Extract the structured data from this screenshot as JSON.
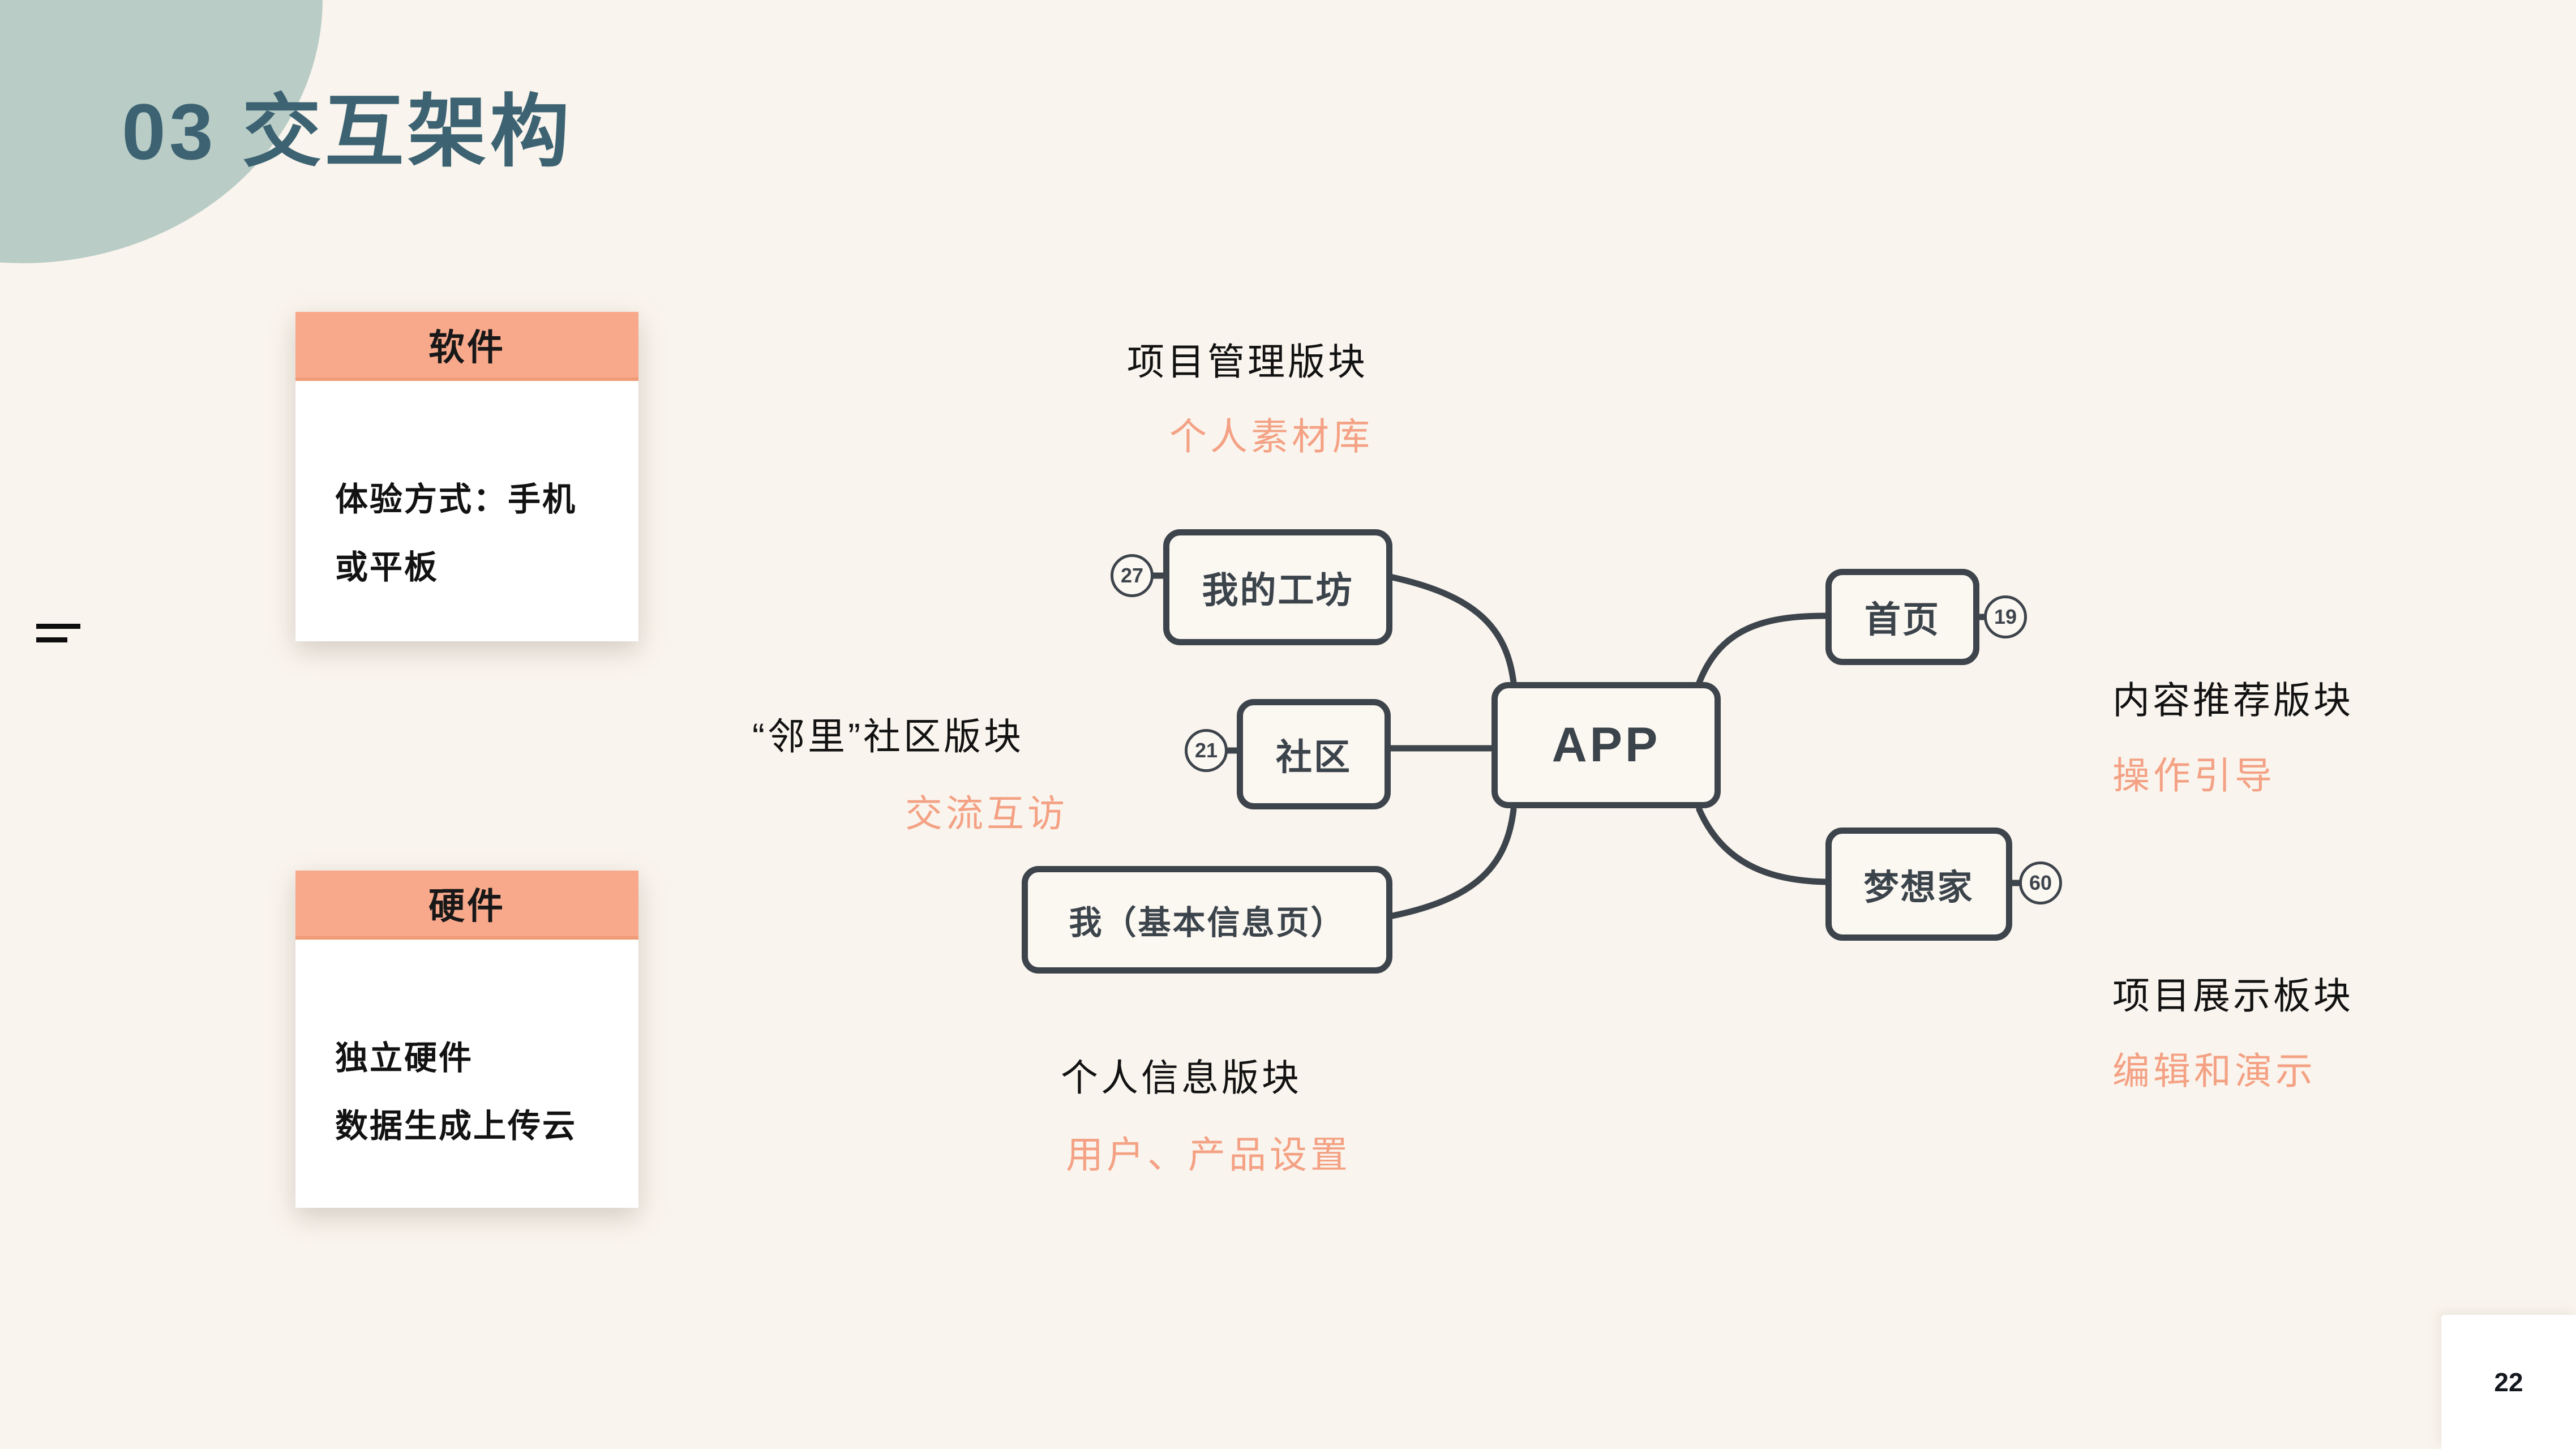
{
  "slide": {
    "title": "03 交互架构",
    "page_number": "22"
  },
  "cards": {
    "software": {
      "header": "软件",
      "lines": [
        "体验方式：手机",
        "或平板"
      ]
    },
    "hardware": {
      "header": "硬件",
      "lines": [
        "独立硬件",
        "数据生成上传云"
      ]
    }
  },
  "mindmap": {
    "center": {
      "label": "APP"
    },
    "nodes": {
      "workshop": {
        "label": "我的工坊",
        "badge": "27"
      },
      "community": {
        "label": "社区",
        "badge": "21"
      },
      "me": {
        "label": "我（基本信息页）"
      },
      "home": {
        "label": "首页",
        "badge": "19"
      },
      "dreamer": {
        "label": "梦想家",
        "badge": "60"
      }
    }
  },
  "annotations": {
    "project_management": {
      "title": "项目管理版块",
      "subtitle": "个人素材库"
    },
    "community_block": {
      "title": "“邻里”社区版块",
      "subtitle": "交流互访"
    },
    "personal_info": {
      "title": "个人信息版块",
      "subtitle": "用户、产品设置"
    },
    "content_recommend": {
      "title": "内容推荐版块",
      "subtitle": "操作引导"
    },
    "project_display": {
      "title": "项目展示板块",
      "subtitle": "编辑和演示"
    }
  },
  "colors": {
    "background": "#F9F4ED",
    "sage_blob": "#B9CCC6",
    "title_teal": "#3D6373",
    "salmon_header": "#F8A98B",
    "salmon_text": "#F4A184",
    "ink_node": "#3D444C",
    "label_black": "#121212"
  }
}
